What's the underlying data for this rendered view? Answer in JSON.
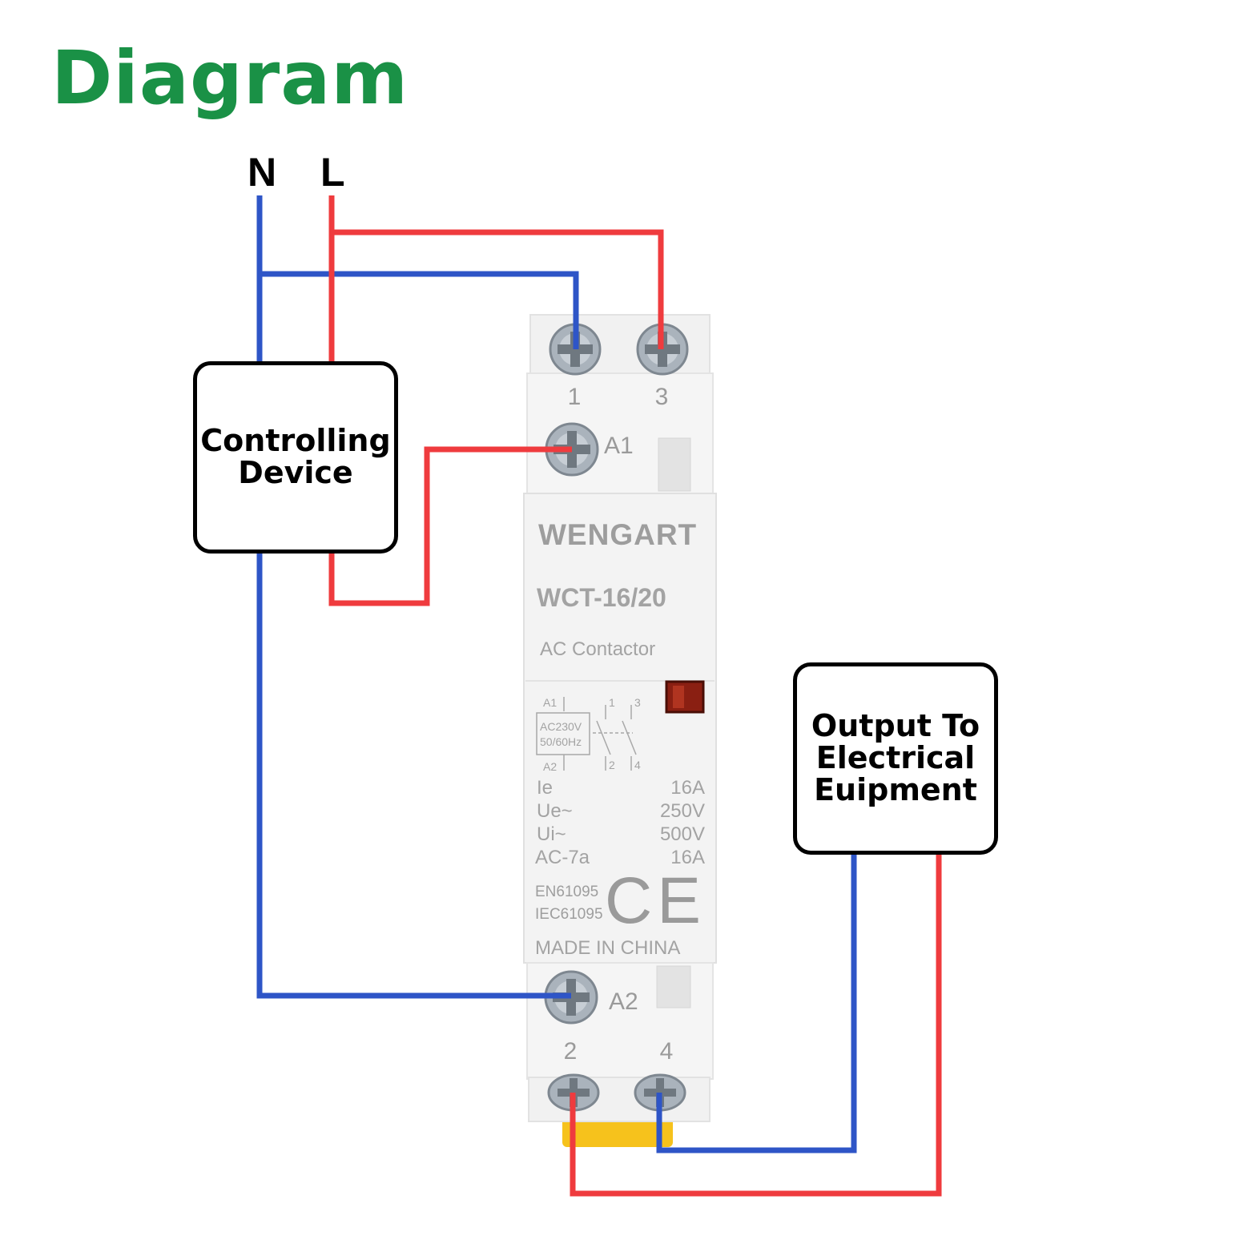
{
  "title": "Diagram",
  "colors": {
    "title": "#1a9146",
    "live_wire": "#ef3b3e",
    "neutral_wire": "#2e55c7",
    "device_body": "#f4f4f4",
    "device_text": "#9a9a9a",
    "indicator": "#8a1f12",
    "yellow_clip": "#f6c21c"
  },
  "line_labels": {
    "neutral": "N",
    "live": "L"
  },
  "boxes": {
    "controlling_device": "Controlling\nDevice",
    "output": "Output To\nElectrical\nEuipment"
  },
  "contactor": {
    "terminals": {
      "t1": "1",
      "t3": "3",
      "a1": "A1",
      "a2": "A2",
      "t2": "2",
      "t4": "4"
    },
    "brand": "WENGART",
    "model": "WCT-16/20",
    "type": "AC Contactor",
    "schematic": {
      "a1": "A1",
      "a2": "A2",
      "coil_line1": "AC230V",
      "coil_line2": "50/60Hz",
      "c1": "1",
      "c3": "3",
      "c2": "2",
      "c4": "4"
    },
    "specs": [
      {
        "label": "Ie",
        "value": "16A"
      },
      {
        "label": "Ue~",
        "value": "250V"
      },
      {
        "label": "Ui~",
        "value": "500V"
      },
      {
        "label": "AC-7a",
        "value": "16A"
      }
    ],
    "standards": [
      "EN61095",
      "IEC61095"
    ],
    "ce_mark": "CE",
    "origin": "MADE IN CHINA"
  }
}
